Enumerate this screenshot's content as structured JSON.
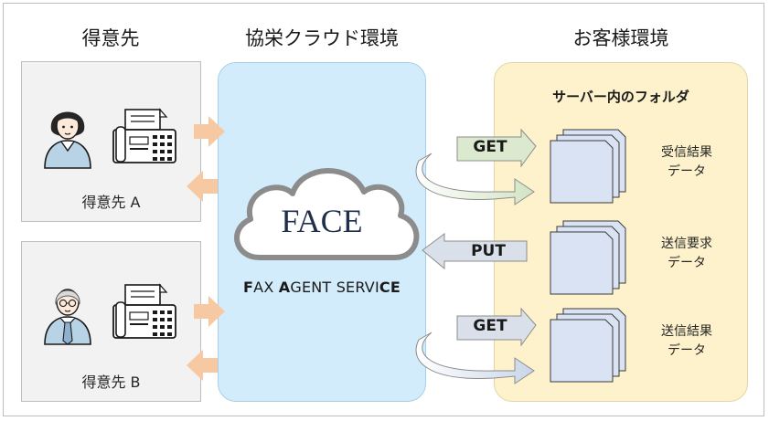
{
  "headings": {
    "clients": "得意先",
    "cloud": "協栄クラウド環境",
    "customer": "お客様環境"
  },
  "clients": [
    {
      "label": "得意先 A"
    },
    {
      "label": "得意先 B"
    }
  ],
  "cloud": {
    "logo_text": "FACE",
    "service": {
      "w1_cap": "F",
      "w1_rest": "AX ",
      "w2_cap": "A",
      "w2_rest": "GENT SERVI",
      "w3_tail": "CE"
    }
  },
  "customer": {
    "folder_title": "サーバー内のフォルダ",
    "files": [
      {
        "line1": "受信結果",
        "line2": "データ"
      },
      {
        "line1": "送信要求",
        "line2": "データ"
      },
      {
        "line1": "送信結果",
        "line2": "データ"
      }
    ]
  },
  "operations": {
    "get_top": "GET",
    "put": "PUT",
    "get_bottom": "GET"
  },
  "colors": {
    "client_bg": "#f2f2f2",
    "cloud_bg": "#d2ecfb",
    "customer_bg": "#fdf2cc",
    "fax_arrow": "#f7c9a3",
    "get_green": "#dbe9cf",
    "put_grey": "#d9e0ea",
    "doc_blue": "#dae3f3"
  }
}
